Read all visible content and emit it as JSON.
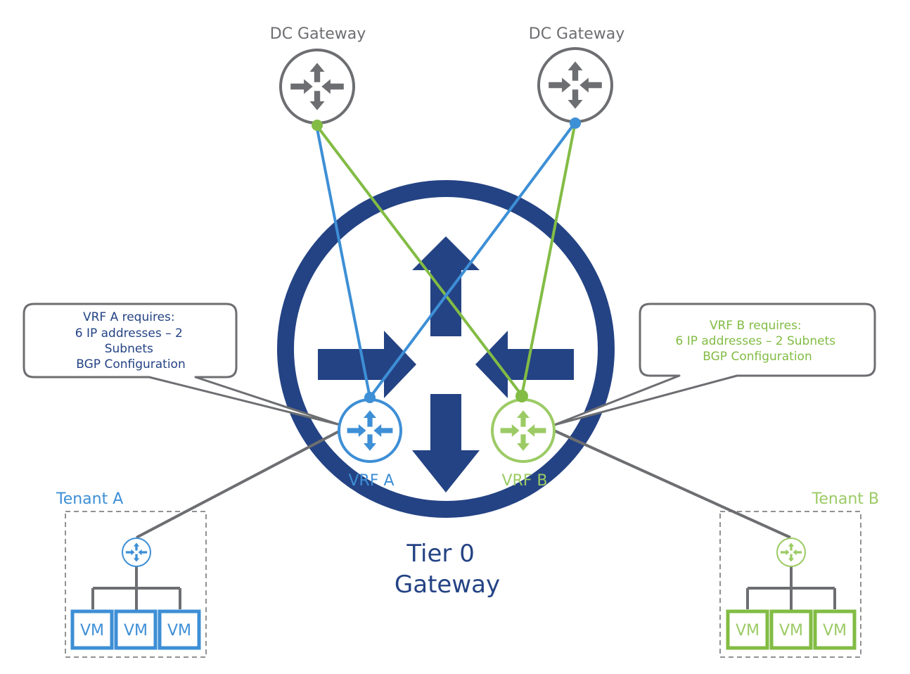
{
  "colors": {
    "navy": "#244384",
    "blue": "#3d8fd6",
    "green": "#82bc44",
    "green_light": "#9ccb65",
    "gray": "#6d6e71",
    "dash": "#6d6e71"
  },
  "dc_gateways": [
    {
      "label": "DC Gateway"
    },
    {
      "label": "DC Gateway"
    }
  ],
  "tier0": {
    "line1": "Tier 0",
    "line2": "Gateway"
  },
  "vrfs": [
    {
      "label": "VRF A"
    },
    {
      "label": "VRF B"
    }
  ],
  "callouts": [
    {
      "lines": [
        "VRF A requires:",
        "6 IP addresses – 2",
        "Subnets",
        "BGP Configuration"
      ]
    },
    {
      "lines": [
        "VRF B requires:",
        "6 IP addresses – 2 Subnets",
        "BGP Configuration"
      ]
    }
  ],
  "tenants": [
    {
      "label": "Tenant A",
      "vms": [
        "VM",
        "VM",
        "VM"
      ]
    },
    {
      "label": "Tenant B",
      "vms": [
        "VM",
        "VM",
        "VM"
      ]
    }
  ]
}
